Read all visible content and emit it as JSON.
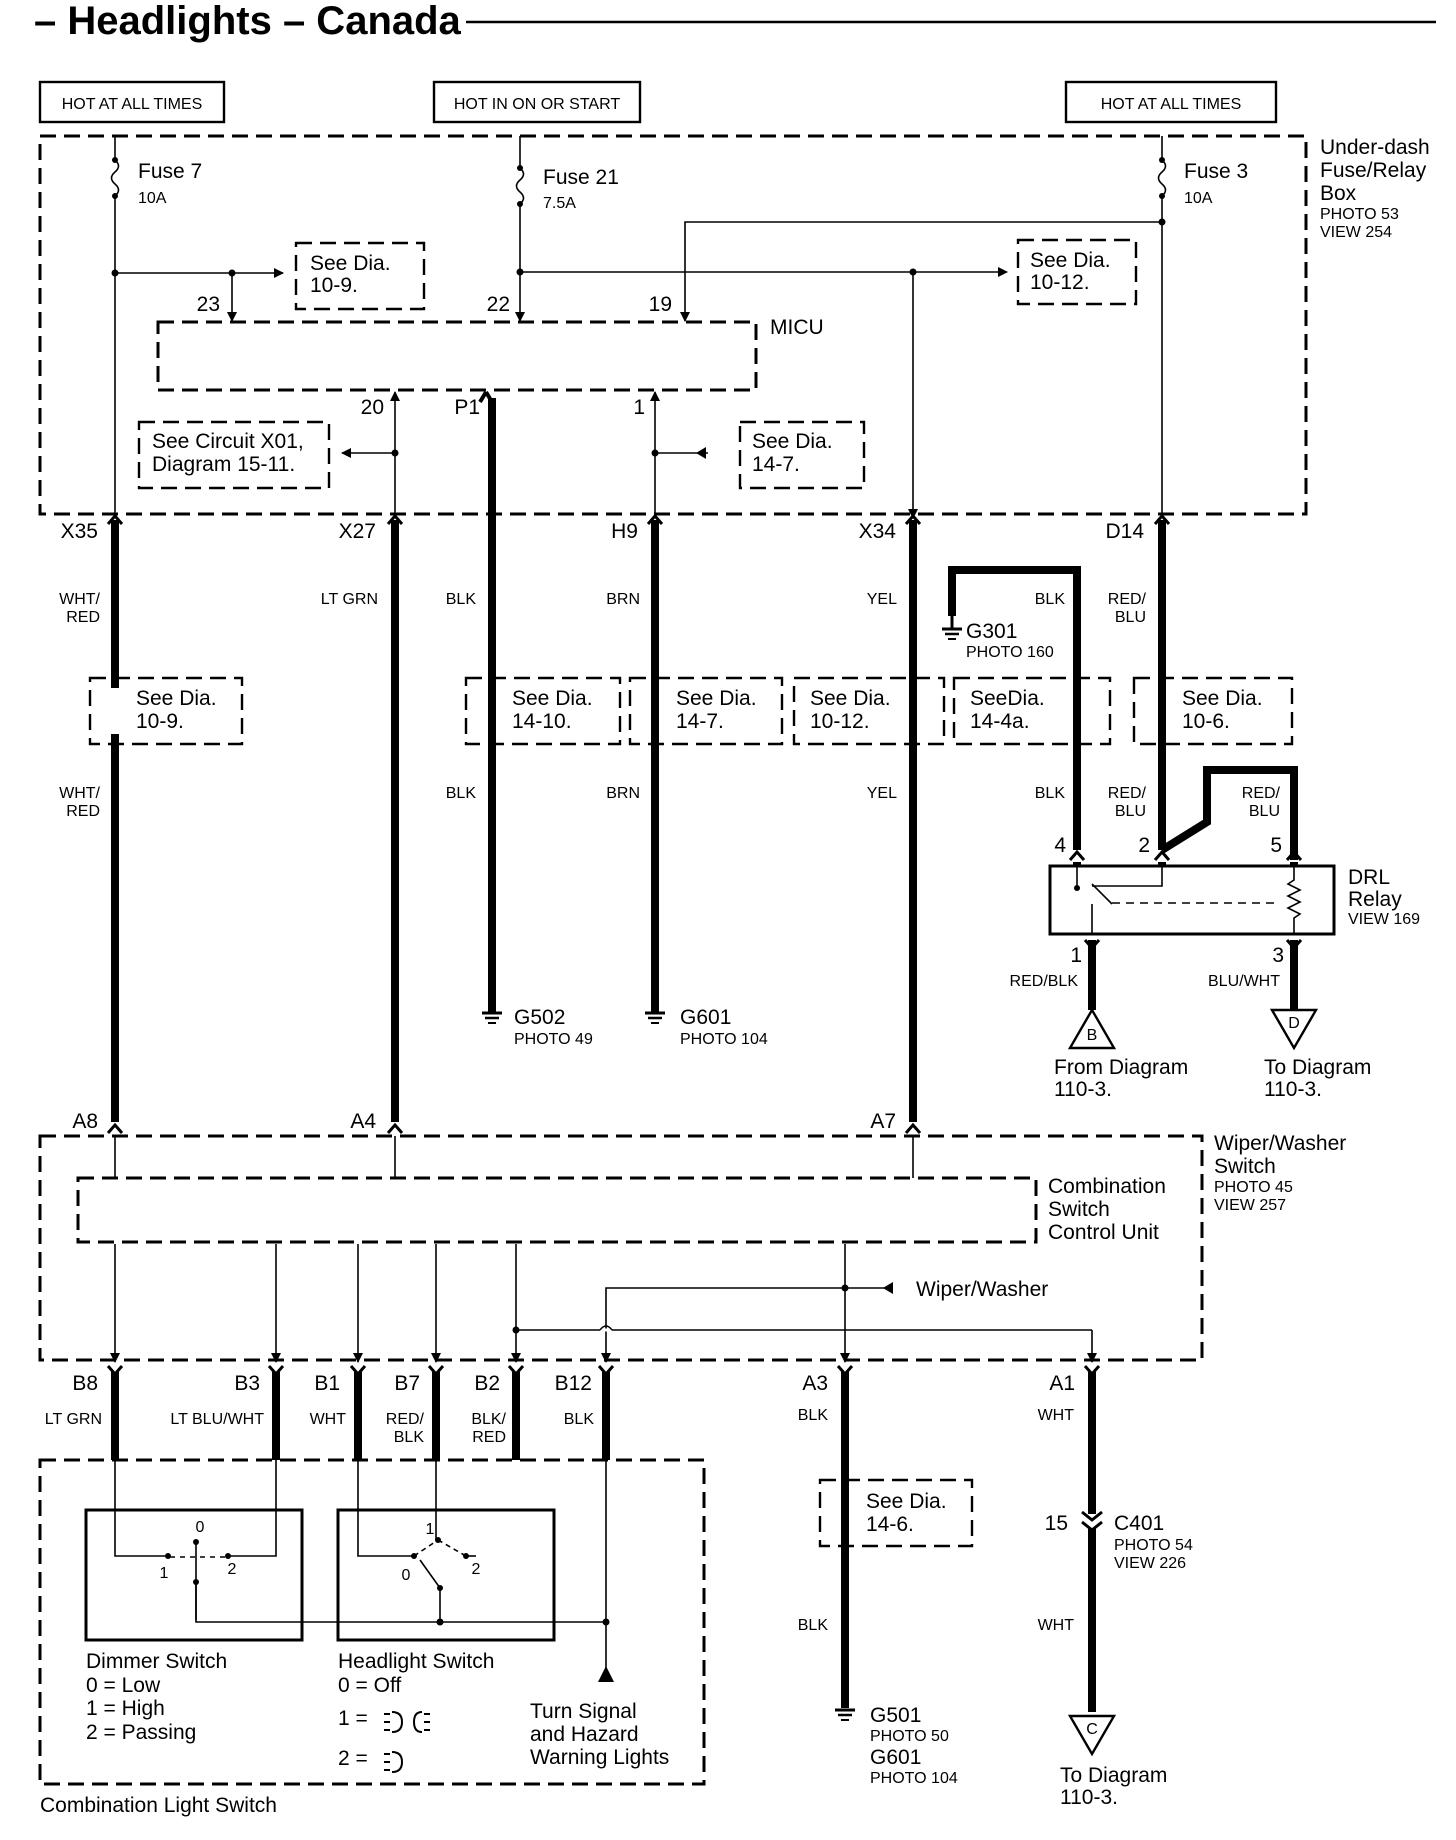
{
  "title": "– Headlights – Canada",
  "sources": {
    "left": "HOT AT ALL TIMES",
    "middle": "HOT IN ON OR START",
    "right": "HOT AT ALL TIMES"
  },
  "fusebox": {
    "name_line1": "Under-dash",
    "name_line2": "Fuse/Relay",
    "name_line3": "Box",
    "photo": "PHOTO 53",
    "view": "VIEW 254",
    "fuses": [
      {
        "name": "Fuse 7",
        "rating": "10A"
      },
      {
        "name": "Fuse 21",
        "rating": "7.5A"
      },
      {
        "name": "Fuse 3",
        "rating": "10A"
      }
    ],
    "micu": "MICU",
    "refs": {
      "dia_10_9_a": [
        "See  Dia.",
        "10-9."
      ],
      "dia_10_12_a": [
        "See  Dia.",
        "10-12."
      ],
      "circuit_x01": [
        "See Circuit X01,",
        "Diagram 15-11."
      ],
      "dia_14_7_a": [
        "See Dia.",
        "14-7."
      ]
    },
    "micu_pins": {
      "p23": "23",
      "p22": "22",
      "p19": "19",
      "p20": "20",
      "pP1": "P1",
      "p1": "1"
    },
    "connectors": {
      "x35": "X35",
      "x27": "X27",
      "h9": "H9",
      "x34": "X34",
      "d14": "D14"
    }
  },
  "wires": {
    "wht_red_1": "WHT/",
    "wht_red_2": "RED",
    "lt_grn": "LT GRN",
    "blk": "BLK",
    "brn": "BRN",
    "yel": "YEL",
    "red_blu_1": "RED/",
    "red_blu_2": "BLU",
    "red_blk": "RED/BLK",
    "blu_wht": "BLU/WHT",
    "wht": "WHT",
    "lt_blu_wht": "LT BLU/WHT",
    "red_blk_1": "RED/",
    "red_blk_2": "BLK",
    "blk_red_1": "BLK/",
    "blk_red_2": "RED"
  },
  "mid_refs": [
    [
      "See Dia.",
      "10-9."
    ],
    [
      "See Dia.",
      "14-10."
    ],
    [
      "See Dia.",
      "14-7."
    ],
    [
      "See Dia.",
      "10-12."
    ],
    [
      "SeeDia.",
      "14-4a."
    ],
    [
      "See Dia.",
      "10-6."
    ]
  ],
  "grounds": {
    "g301": {
      "name": "G301",
      "photo": "PHOTO 160"
    },
    "g502": {
      "name": "G502",
      "photo": "PHOTO 49"
    },
    "g601": {
      "name": "G601",
      "photo": "PHOTO 104"
    },
    "g501": {
      "name": "G501",
      "photo": "PHOTO 50"
    },
    "g601b": {
      "name": "G601",
      "photo": "PHOTO 104"
    }
  },
  "drl": {
    "line1": "DRL",
    "line2": "Relay",
    "view": "VIEW 169",
    "pins": {
      "p4": "4",
      "p2": "2",
      "p5": "5",
      "p1": "1",
      "p3": "3"
    },
    "from_b": {
      "tag": "B",
      "line1": "From Diagram",
      "line2": "110-3."
    },
    "to_d": {
      "tag": "D",
      "line1": "To Diagram",
      "line2": "110-3."
    }
  },
  "wiper": {
    "name_line1": "Wiper/Washer",
    "name_line2": "Switch",
    "photo": "PHOTO 45",
    "view": "VIEW 257",
    "top_pins": {
      "a8": "A8",
      "a4": "A4",
      "a7": "A7"
    },
    "unit_line1": "Combination",
    "unit_line2": "Switch",
    "unit_line3": "Control Unit",
    "wiper_washer": "Wiper/Washer",
    "bottom_pins": {
      "b8": "B8",
      "b3": "B3",
      "b1": "B1",
      "b7": "B7",
      "b2": "B2",
      "b12": "B12",
      "a3": "A3",
      "a1": "A1"
    }
  },
  "lower": {
    "ref_14_6": [
      "See  Dia.",
      "14-6."
    ],
    "c401": {
      "pin": "15",
      "name": "C401",
      "photo": "PHOTO 54",
      "view": "VIEW 226"
    },
    "to_c": {
      "tag": "C",
      "line1": "To Diagram",
      "line2": "110-3."
    }
  },
  "switch": {
    "label": "Combination Light Switch",
    "dimmer": {
      "title": "Dimmer Switch",
      "l0": "0 = Low",
      "l1": "1 = High",
      "l2": "2 = Passing",
      "pos0": "0",
      "pos1": "1",
      "pos2": "2"
    },
    "headlight": {
      "title": "Headlight Switch",
      "l0": "0 = Off",
      "l1": "1  =",
      "l2": "2  =",
      "pos0": "0",
      "pos1": "1",
      "pos2": "2"
    },
    "turn_line1": "Turn Signal",
    "turn_line2": "and Hazard",
    "turn_line3": "Warning Lights"
  }
}
